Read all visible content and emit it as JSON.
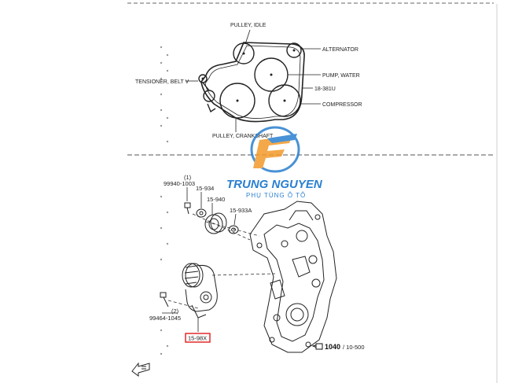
{
  "top_diagram": {
    "labels": {
      "pulley_idle": "PULLEY, IDLE",
      "alternator": "ALTERNATOR",
      "pump_water": "PUMP, WATER",
      "belt_part": "18-381U",
      "tensioner_belt": "TENSIONER, BELT V",
      "compressor": "COMPRESSOR",
      "pulley_crankshaft": "PULLEY, CRANKSHAFT"
    }
  },
  "watermark": {
    "brand": "TRUNG NGUYEN",
    "tagline": "PHỤ TÙNG Ô TÔ",
    "colors": {
      "blue": "#2a7fd0",
      "orange": "#f39a2a"
    }
  },
  "bottom_diagram": {
    "parts": {
      "qty_1": "(1)",
      "p_99940_1003": "99940-1003",
      "p_15_934": "15-934",
      "p_15_940": "15-940",
      "p_15_933a": "15-933A",
      "qty_2": "(2)",
      "p_99464_1045": "99464-1045",
      "p_15_98x": "15-98X"
    },
    "reference": {
      "main": "1040",
      "sub": "/ 10-500"
    },
    "highlight_color": "#e21b1b"
  }
}
